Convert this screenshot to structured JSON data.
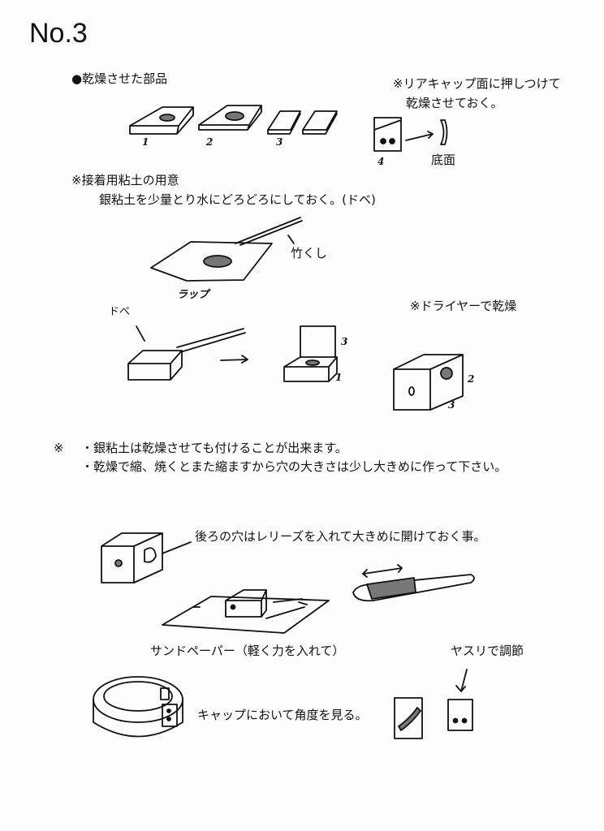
{
  "title": "No.3",
  "sections": {
    "dried_parts": "●乾燥させた部品",
    "rear_cap_note_1": "※リアキャップ面に押しつけて",
    "rear_cap_note_2": "乾燥させておく。",
    "bottom_face": "底面",
    "part_labels": [
      "1",
      "2",
      "3",
      "4"
    ],
    "clay_heading": "※接着用粘土の用意",
    "clay_text": "銀粘土を少量とり水にどろどろにしておく。(ドベ)",
    "bamboo_skewer": "竹くし",
    "wrap": "ラップ",
    "dobe": "ドベ",
    "dryer_note": "※ドライヤーで乾燥",
    "assembly_labels": [
      "3",
      "1",
      "2",
      "3"
    ],
    "note_mark": "※",
    "note_1": "・銀粘土は乾燥させても付けることが出来ます。",
    "note_2": "・乾燥で縮、焼くとまた縮ますから穴の大きさは少し大きめに作って下さい。",
    "rear_hole": "後ろの穴はレリーズを入れて大きめに開けておく事。",
    "sandpaper": "サンドペーパー（軽く力を入れて）",
    "file_adjust": "ヤスリで調節",
    "cap_check": "キャップにおいて角度を見る。"
  }
}
